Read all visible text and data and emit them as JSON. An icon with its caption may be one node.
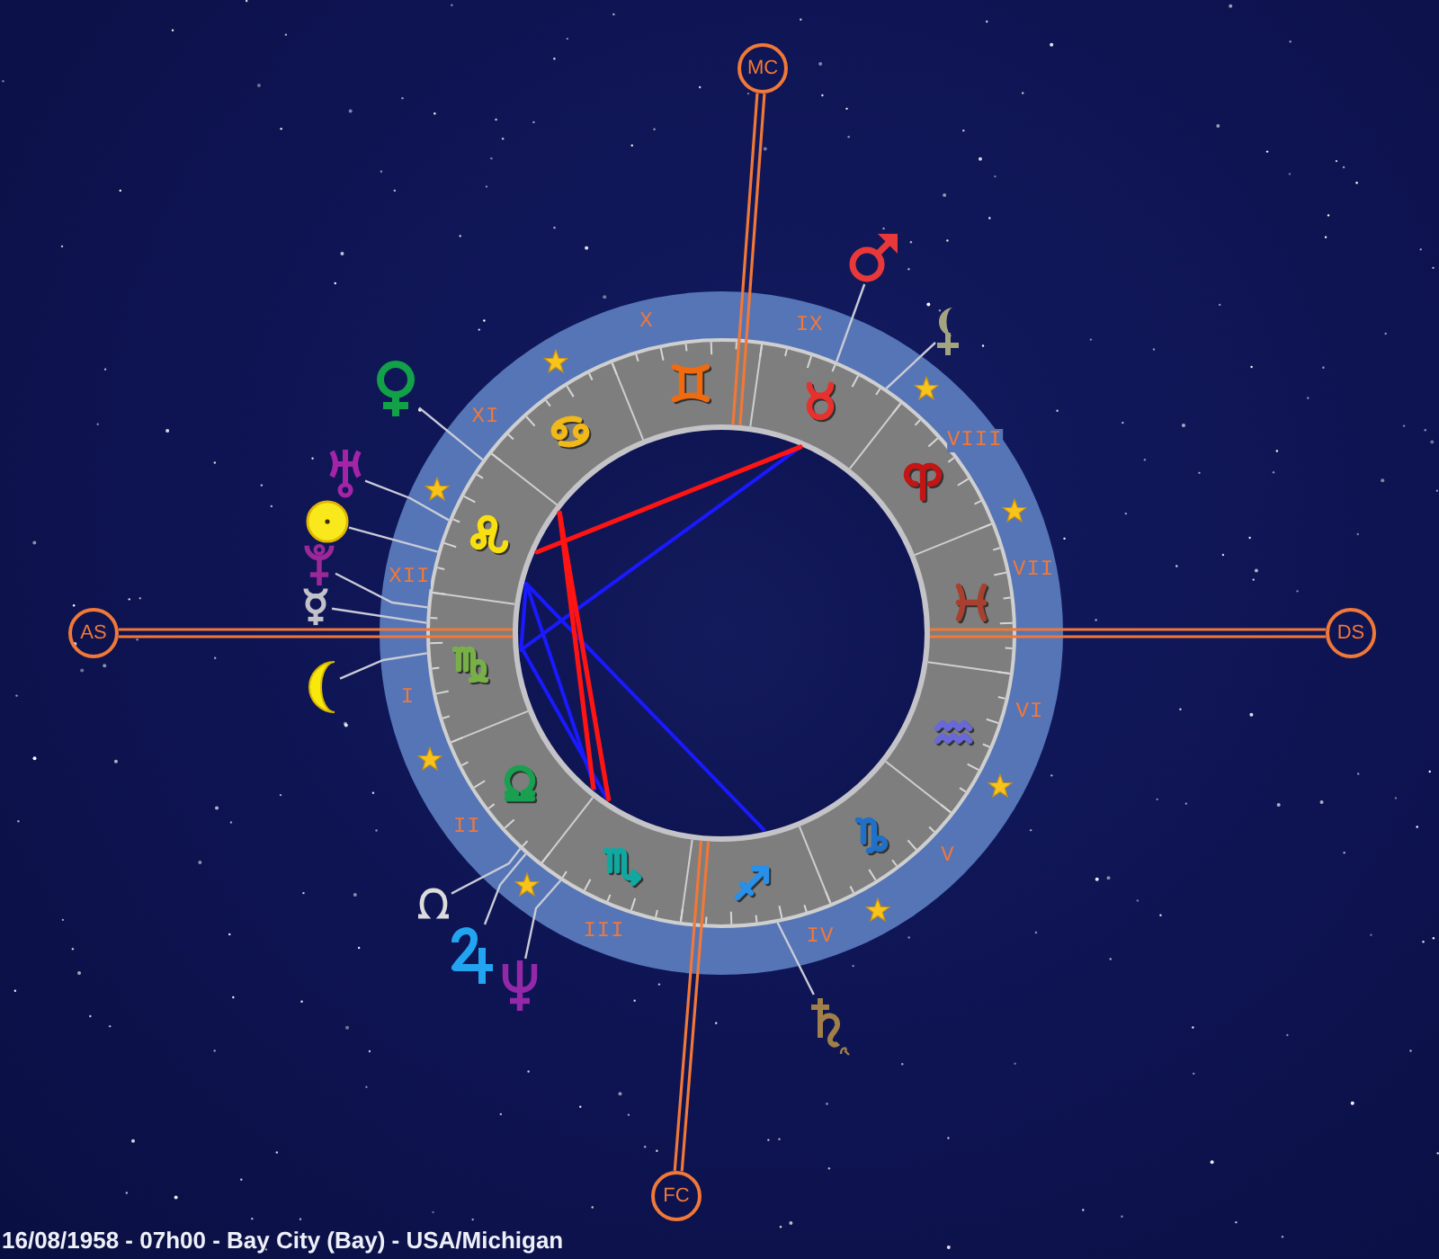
{
  "diagram": {
    "caption": "16/08/1958 - 07h00 - Bay City (Bay) - USA/Michigan",
    "nodes": [
      {
        "text": [],
        "shape": "circle"
      },
      {
        "text": [],
        "shape": "circle",
        "in": 0
      },
      {
        "text": [
          "MC"
        ]
      },
      {
        "text": [
          "AS"
        ]
      },
      {
        "text": [
          "DS"
        ]
      },
      {
        "text": [
          "FC"
        ]
      },
      {
        "text": [],
        "shape": "picture"
      },
      {
        "text": [],
        "shape": "picture"
      },
      {
        "text": [],
        "shape": "picture"
      },
      {
        "text": [],
        "shape": "picture"
      },
      {
        "text": [],
        "shape": "picture"
      },
      {
        "text": [],
        "shape": "picture"
      },
      {
        "text": [],
        "shape": "picture"
      },
      {
        "text": [],
        "shape": "picture"
      },
      {
        "text": [],
        "shape": "picture"
      },
      {
        "text": [],
        "shape": "picture"
      },
      {
        "text": [],
        "shape": "picture"
      },
      {
        "text": [],
        "shape": "picture"
      }
    ],
    "edges": [
      {
        "from": 2,
        "to": 1,
        "arrow": "none",
        "color": "#f07838"
      },
      {
        "from": 3,
        "to": 1,
        "arrow": "none",
        "color": "#f07838"
      },
      {
        "from": 4,
        "to": 1,
        "arrow": "none",
        "color": "#f07838"
      },
      {
        "from": 5,
        "to": 1,
        "arrow": "none",
        "color": "#f07838"
      },
      {
        "from": 6,
        "to": 0,
        "arrow": "none"
      },
      {
        "from": 7,
        "to": 0,
        "arrow": "none"
      },
      {
        "from": 8,
        "to": 0,
        "arrow": "none"
      },
      {
        "from": 9,
        "to": 0,
        "arrow": "none"
      },
      {
        "from": 10,
        "to": 0,
        "arrow": "none"
      },
      {
        "from": 11,
        "to": 0,
        "arrow": "none"
      },
      {
        "from": 12,
        "to": 0,
        "arrow": "none"
      },
      {
        "from": 13,
        "to": 0,
        "arrow": "none"
      },
      {
        "from": 14,
        "to": 0,
        "arrow": "none"
      },
      {
        "from": 15,
        "to": 0,
        "arrow": "none"
      },
      {
        "from": 16,
        "to": 0,
        "arrow": "none"
      },
      {
        "from": 17,
        "to": 0,
        "arrow": "none"
      }
    ],
    "labels": [
      "X",
      "IX",
      "XI",
      "VIII",
      "XII",
      "VII",
      "I",
      "VI",
      "II",
      "V",
      "III",
      "IV"
    ]
  }
}
